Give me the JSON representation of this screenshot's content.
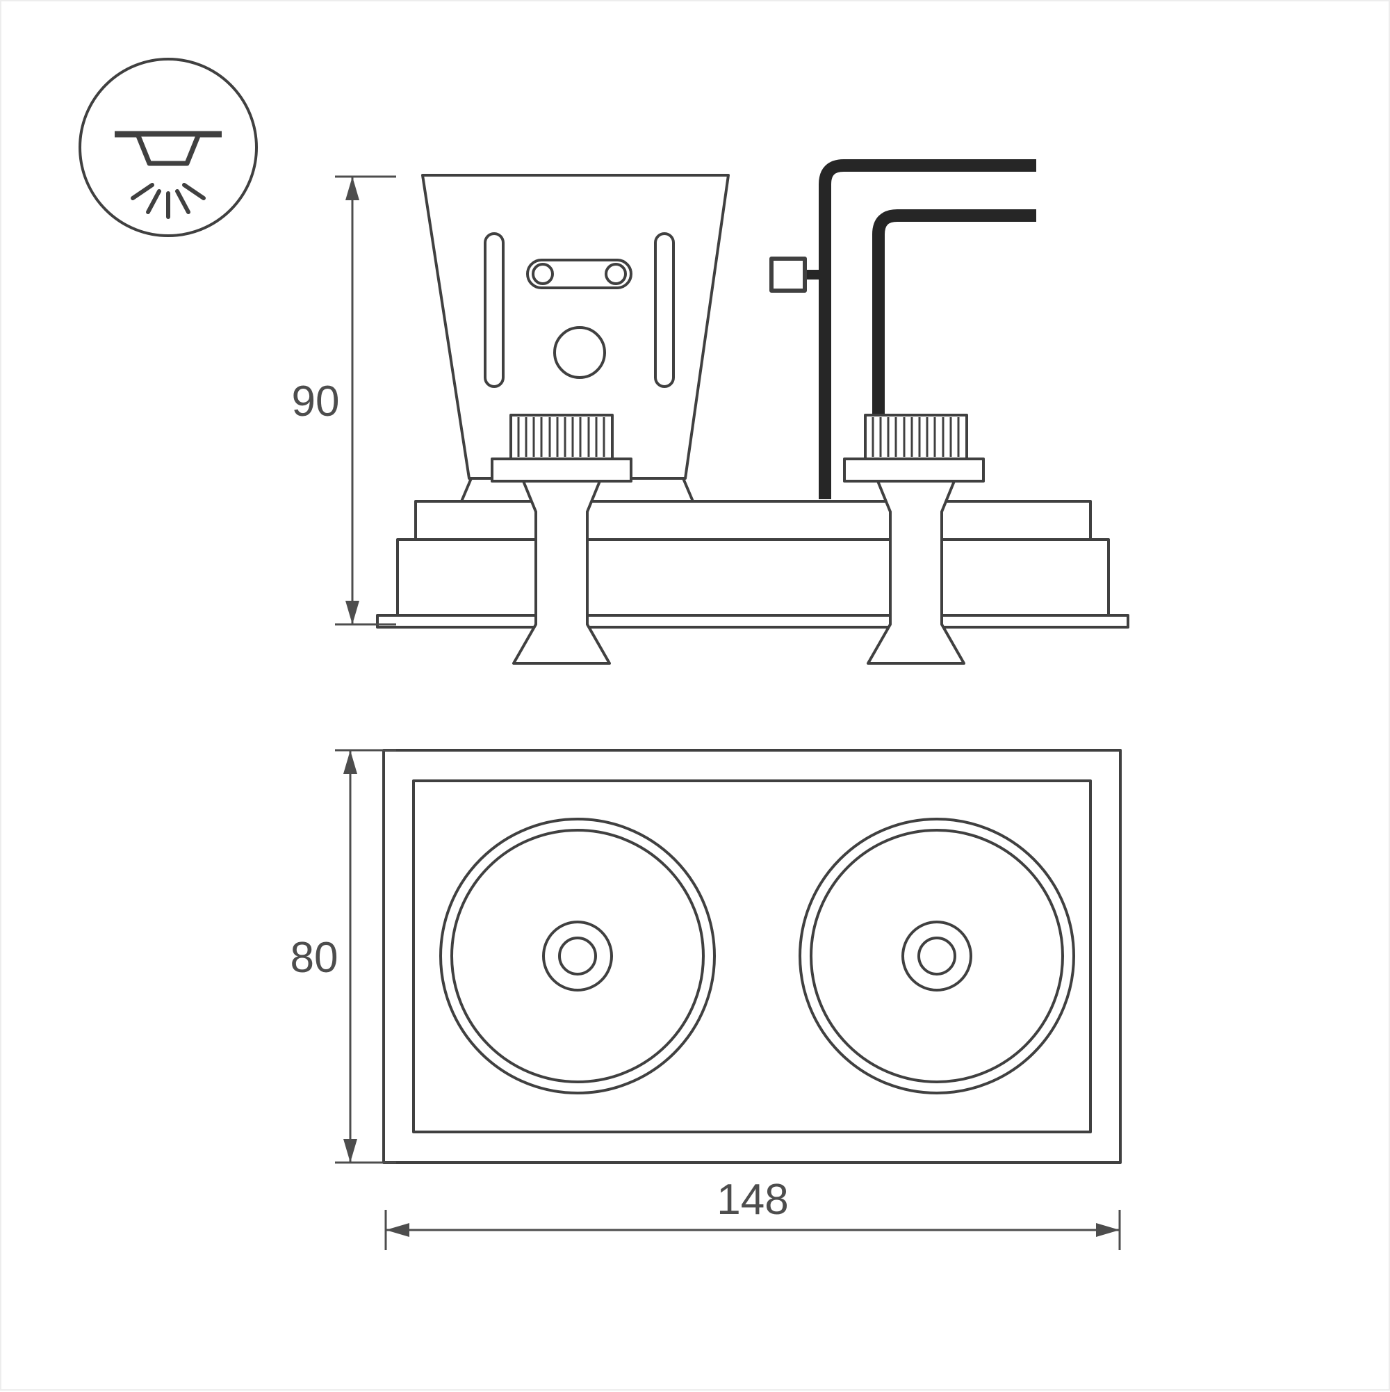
{
  "canvas": {
    "background": "#ffffff"
  },
  "colors": {
    "line-color": "#404040",
    "dim-color": "#4d4d4d",
    "cable-color": "#262626",
    "frame-color": "#ededed"
  },
  "icon": {
    "name": "recessed-downlight-icon"
  },
  "dimensions": {
    "side_height": {
      "value": "90"
    },
    "front_height": {
      "value": "80"
    },
    "front_width": {
      "value": "148"
    }
  }
}
